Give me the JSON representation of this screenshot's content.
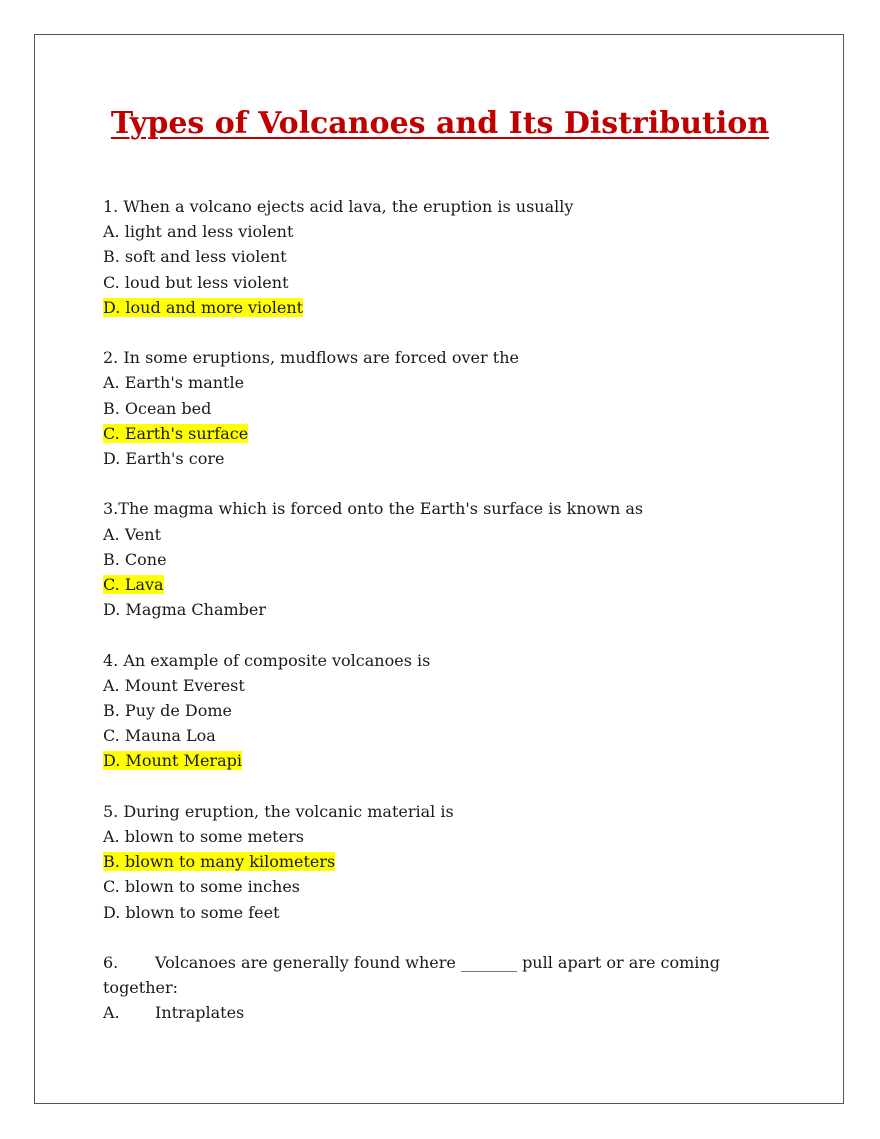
{
  "title": "Types of Volcanoes and Its Distribution",
  "colors": {
    "title": "#c00000",
    "highlight": "#ffff00",
    "text": "#1a1a1a"
  },
  "questions": [
    {
      "text": "1. When a volcano ejects acid lava, the eruption is usually",
      "options": [
        "A. light and less violent",
        "B. soft and less violent",
        "C. loud but less violent",
        "D. loud and more violent"
      ],
      "highlighted_option": "D"
    },
    {
      "text": "2. In some eruptions, mudflows are forced over the",
      "options": [
        "A. Earth's mantle",
        "B. Ocean bed",
        "C. Earth's surface",
        "D. Earth's core"
      ],
      "highlighted_option": "C"
    },
    {
      "text": "3.The magma which is forced onto the Earth's surface is known as",
      "options": [
        "A. Vent",
        "B. Cone",
        "C. Lava",
        "D. Magma Chamber"
      ],
      "highlighted_option": "C"
    },
    {
      "text": "4. An example of composite volcanoes is",
      "options": [
        "A. Mount Everest",
        "B. Puy de Dome",
        "C. Mauna Loa",
        "D. Mount Merapi"
      ],
      "highlighted_option": "D"
    },
    {
      "text": "5. During eruption, the volcanic material is",
      "options": [
        "A. blown to some meters",
        "B. blown to many kilometers",
        "C. blown to some inches",
        "D. blown to some feet"
      ],
      "highlighted_option": "B"
    }
  ],
  "question6": {
    "number": "6.",
    "text": "Volcanoes are generally found where _______ pull apart or are coming together:",
    "option_a_letter": "A.",
    "option_a_text": "Intraplates"
  }
}
